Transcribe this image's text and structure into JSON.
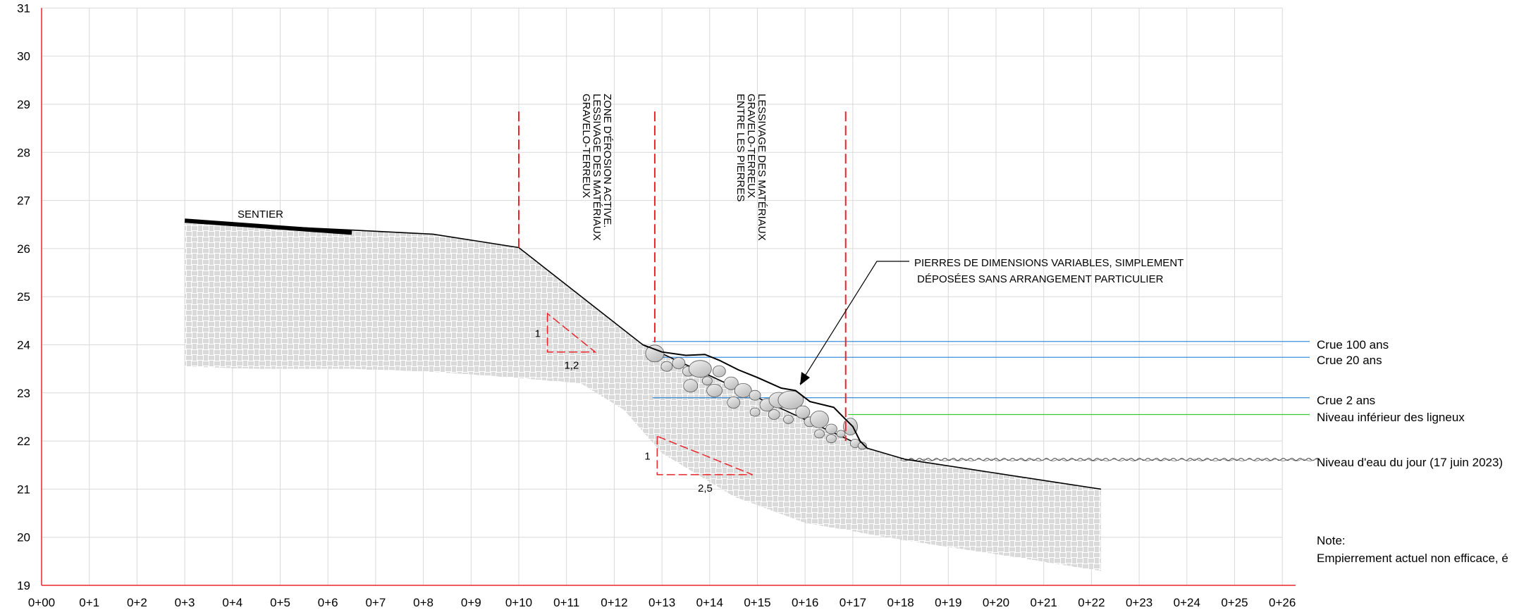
{
  "axes": {
    "y_ticks": [
      "19",
      "20",
      "21",
      "22",
      "23",
      "24",
      "25",
      "26",
      "27",
      "28",
      "29",
      "30",
      "31"
    ],
    "x_ticks": [
      "0+00",
      "0+1",
      "0+2",
      "0+3",
      "0+4",
      "0+5",
      "0+6",
      "0+7",
      "0+8",
      "0+9",
      "0+10",
      "0+11",
      "0+12",
      "0+13",
      "0+14",
      "0+15",
      "0+16",
      "0+17",
      "0+18",
      "0+19",
      "0+20",
      "0+21",
      "0+22",
      "0+23",
      "0+24",
      "0+25",
      "0+26"
    ],
    "y_range": [
      19,
      31
    ],
    "x_range": [
      0,
      26
    ]
  },
  "ground_profile": [
    [
      3,
      26.55
    ],
    [
      6.6,
      26.38
    ],
    [
      8.2,
      26.3
    ],
    [
      10,
      26.02
    ],
    [
      12.6,
      24.0
    ],
    [
      17.3,
      21.85
    ],
    [
      18.1,
      21.62
    ],
    [
      22.2,
      21.0
    ]
  ],
  "path": {
    "label": "SENTIER",
    "from": 3,
    "to": 6.5
  },
  "zones": [
    {
      "lines": [
        "ZONE D'ÉROSION ACTIVE.",
        "LESSIVAGE DES MATÉRIAUX",
        "GRAVELO-TERREUX"
      ]
    },
    {
      "lines": [
        "LESSIVAGE DES MATÉRIAUX",
        "GRAVELO-TERREUX",
        "ENTRE LES PIERRES"
      ]
    }
  ],
  "zone_boundaries": [
    10.0,
    12.85,
    16.85
  ],
  "slopes": [
    {
      "rise": "1",
      "run": "1,2"
    },
    {
      "rise": "1",
      "run": "2,5"
    }
  ],
  "callout": {
    "lines": [
      "PIERRES DE DIMENSIONS VARIABLES, SIMPLEMENT",
      " DÉPOSÉES SANS ARRANGEMENT PARTICULIER"
    ]
  },
  "levels": [
    {
      "label": "Crue 100 ans",
      "elev": 24.07,
      "color": "#3a8fd8"
    },
    {
      "label": "Crue 20 ans",
      "elev": 23.74,
      "color": "#3a8fd8"
    },
    {
      "label": "Crue 2 ans",
      "elev": 22.9,
      "color": "#3a8fd8"
    },
    {
      "label": "Niveau inférieur des ligneux",
      "elev": 22.55,
      "color": "#33cc33"
    },
    {
      "label": "Niveau d'eau du jour (17 juin 2023)",
      "elev": 21.62,
      "color": "#000000"
    }
  ],
  "note": {
    "title": "Note:",
    "text": "Empierrement actuel non efficace, é"
  },
  "colors": {
    "axis": "#e8262b",
    "grid": "#d9d9d9",
    "boundary": "#e8262b"
  }
}
